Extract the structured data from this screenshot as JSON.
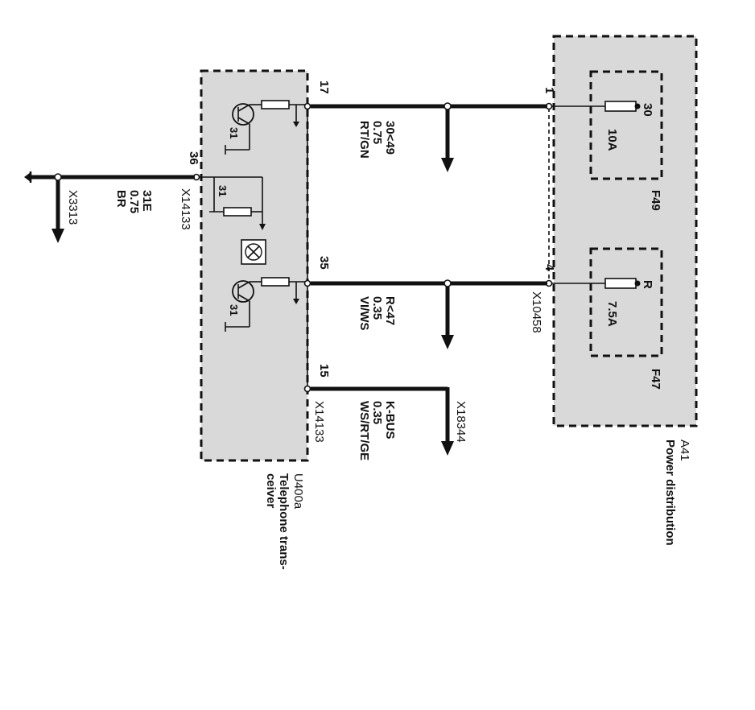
{
  "power_distribution": {
    "id": "A41",
    "name": "Power distribution",
    "fuse_top": {
      "id": "F49",
      "rating": "10A",
      "terminal": "30",
      "pin": "1"
    },
    "fuse_bottom": {
      "id": "F47",
      "rating": "7.5A",
      "terminal": "R",
      "pin": "4"
    },
    "connector": "X10458"
  },
  "transceiver": {
    "id": "U400a",
    "name_line1": "Telephone trans-",
    "name_line2": "ceiver",
    "connector_top": "X14133",
    "connector_bottom": "X14133",
    "pin_17": "17",
    "pin_35": "35",
    "pin_15": "15",
    "pin_36": "36",
    "ground_1": "31",
    "ground_2": "31",
    "ground_3": "31"
  },
  "wires": {
    "w1": {
      "circuit": "30<49",
      "gauge": "0.75",
      "color": "RT/GN"
    },
    "w2": {
      "circuit": "R<47",
      "gauge": "0.35",
      "color": "VI/WS"
    },
    "w3": {
      "circuit": "K-BUS",
      "gauge": "0.35",
      "color": "WS/RT/GE",
      "connector": "X18344"
    },
    "ground": {
      "circuit": "31E",
      "gauge": "0.75",
      "color": "BR",
      "connector": "X3313"
    }
  }
}
